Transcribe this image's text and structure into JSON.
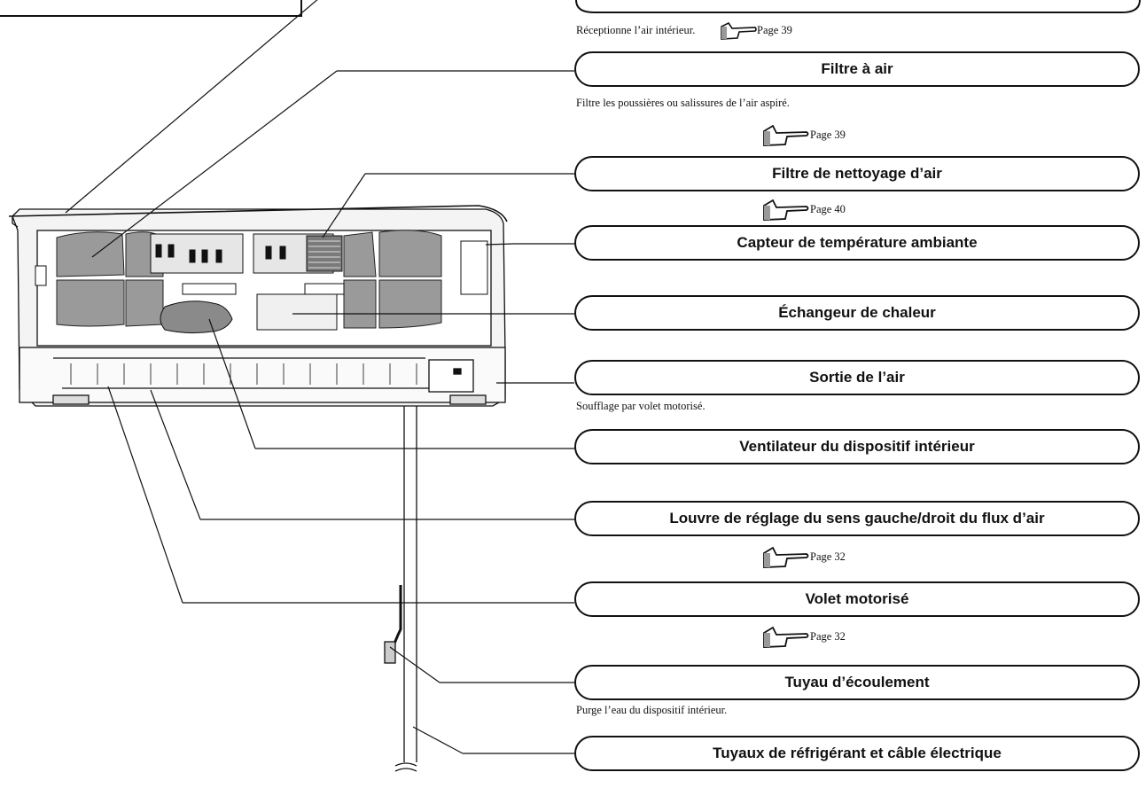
{
  "labels": {
    "air_filter": "Filtre à air",
    "cleaning_filter": "Filtre de nettoyage d’air",
    "room_temp_sensor": "Capteur de température ambiante",
    "heat_exchanger": "Échangeur de chaleur",
    "air_outlet": "Sortie de l’air",
    "indoor_fan": "Ventilateur du dispositif intérieur",
    "horizontal_louver": "Louvre de réglage du sens gauche/droit du flux d’air",
    "flap": "Volet motorisé",
    "drain_hose": "Tuyau d’écoulement",
    "refrigerant_pipes": "Tuyaux de réfrigérant et câble électrique"
  },
  "descriptions": {
    "air_inlet": "Réceptionne l’air intérieur.",
    "air_filter": "Filtre les poussières ou salissures de l’air aspiré.",
    "air_outlet": "Soufflage par volet motorisé.",
    "drain_hose": "Purge l’eau du dispositif intérieur."
  },
  "page_refs": {
    "air_inlet": "Page 39",
    "air_filter": "Page 39",
    "cleaning_filter": "Page 40",
    "horizontal_louver": "Page 32",
    "flap": "Page 32"
  },
  "icons": {
    "pointer": "pointing-hand-icon"
  }
}
